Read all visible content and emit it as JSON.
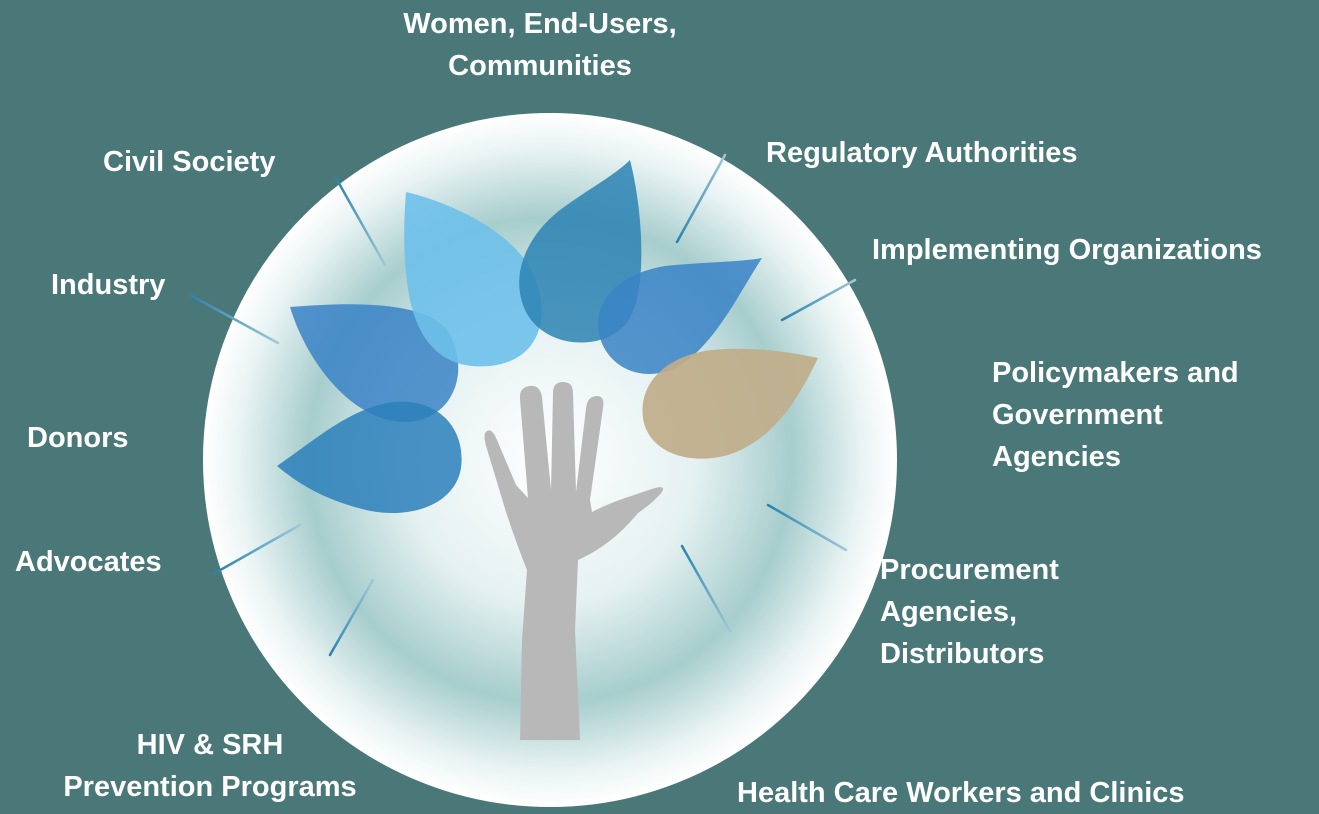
{
  "colors": {
    "background": "#4a7878",
    "text": "#ffffff",
    "leaf_blue": "#3a84c6",
    "leaf_light_blue": "#6ec0ea",
    "leaf_teal_blue": "#2c84b3",
    "leaf_tan": "#c0ad8b",
    "hand": "#b8b8b8",
    "spoke_line": "#2a82ad"
  },
  "icons": [
    "hand-icon",
    "leaf-icon"
  ],
  "stakeholders": {
    "women": "Women, End-Users,\nCommunities",
    "civil_society": "Civil Society",
    "regulatory": "Regulatory Authorities",
    "implementing": "Implementing Organizations",
    "industry": "Industry",
    "policymakers": "Policymakers and\nGovernment\nAgencies",
    "donors": "Donors",
    "advocates": "Advocates",
    "procurement": "Procurement\nAgencies,\nDistributors",
    "hiv_srh": "HIV & SRH\nPrevention Programs",
    "health_care": "Health Care Workers and Clinics"
  }
}
